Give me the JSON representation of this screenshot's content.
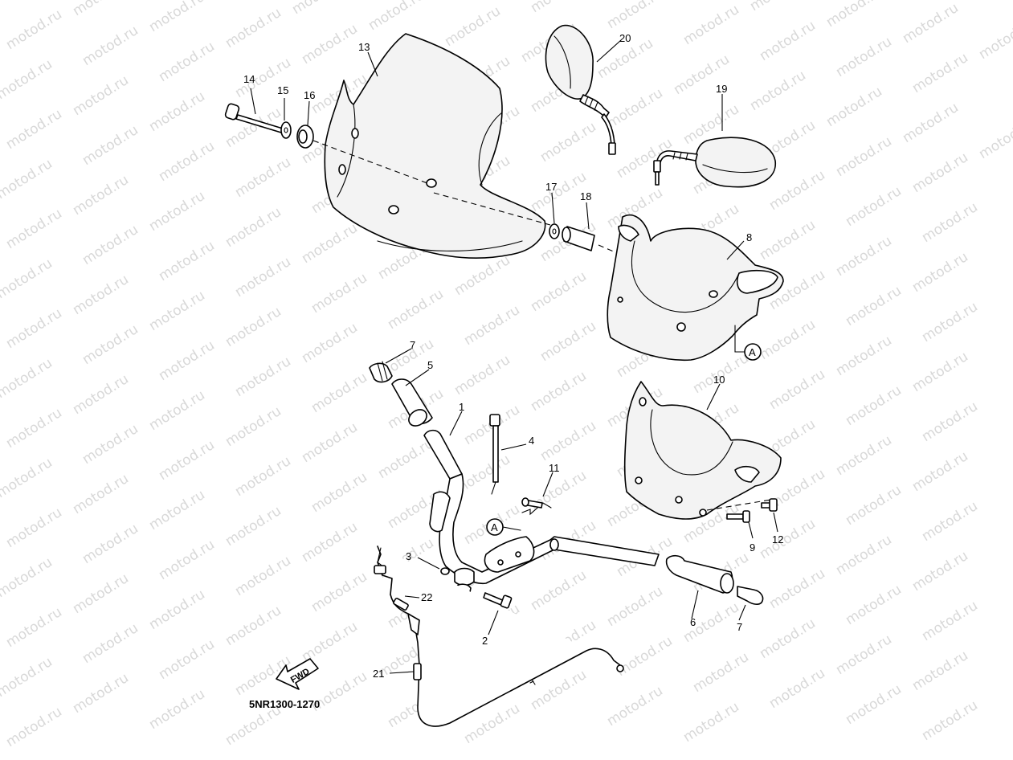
{
  "diagram": {
    "part_code": "5NR1300-1270",
    "watermark_text": "motod.ru",
    "fwd_label": "FWD",
    "reference_marker": "A",
    "callouts": {
      "c1": "1",
      "c2": "2",
      "c3": "3",
      "c4": "4",
      "c5": "5",
      "c6": "6",
      "c7a": "7",
      "c7b": "7",
      "c8": "8",
      "c9": "9",
      "c10": "10",
      "c11": "11",
      "c12": "12",
      "c13": "13",
      "c14": "14",
      "c15": "15",
      "c16": "16",
      "c17": "17",
      "c18": "18",
      "c19": "19",
      "c20": "20",
      "c21": "21",
      "c22": "22"
    }
  }
}
